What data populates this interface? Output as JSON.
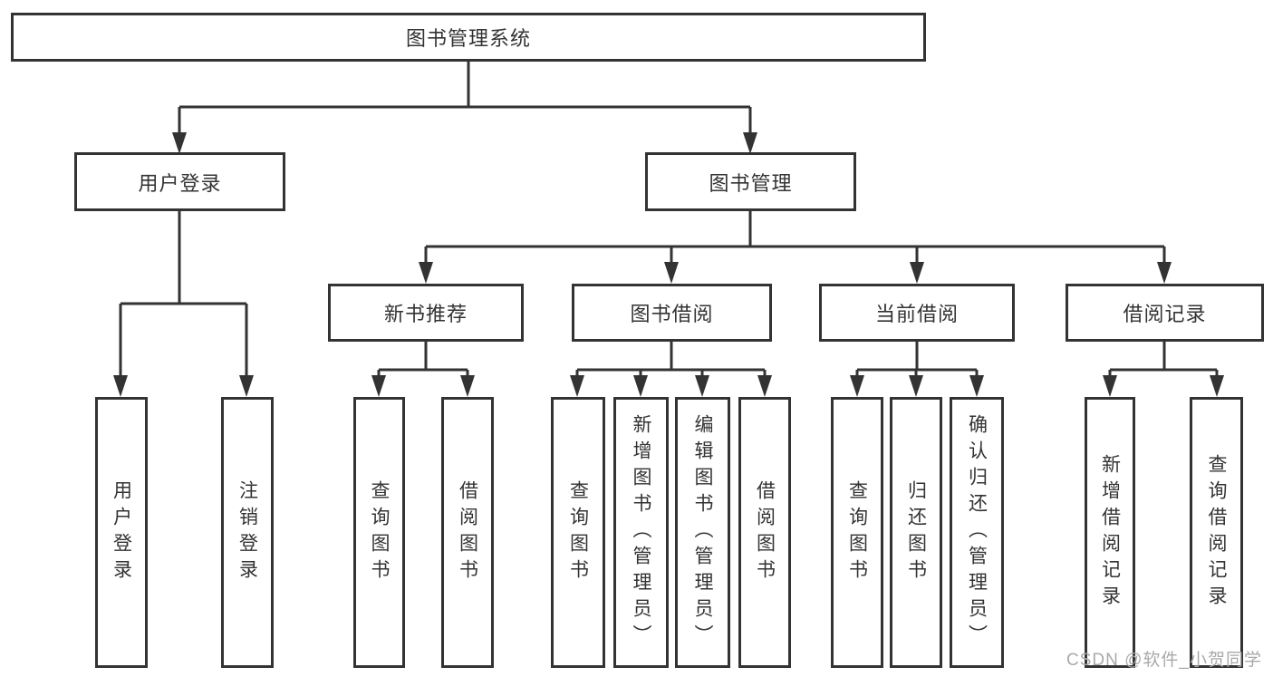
{
  "tree": {
    "label": "图书管理系统",
    "children": [
      {
        "label": "用户登录",
        "children": [
          {
            "label": "用户登录"
          },
          {
            "label": "注销登录"
          }
        ]
      },
      {
        "label": "图书管理",
        "children": [
          {
            "label": "新书推荐",
            "children": [
              {
                "label": "查询图书"
              },
              {
                "label": "借阅图书"
              }
            ]
          },
          {
            "label": "图书借阅",
            "children": [
              {
                "label": "查询图书"
              },
              {
                "label": "新增图书（管理员）"
              },
              {
                "label": "编辑图书（管理员）"
              },
              {
                "label": "借阅图书"
              }
            ]
          },
          {
            "label": "当前借阅",
            "children": [
              {
                "label": "查询图书"
              },
              {
                "label": "归还图书"
              },
              {
                "label": "确认归还（管理员）"
              }
            ]
          },
          {
            "label": "借阅记录",
            "children": [
              {
                "label": "新增借阅记录"
              },
              {
                "label": "查询借阅记录"
              }
            ]
          }
        ]
      }
    ]
  },
  "watermark": {
    "text": "CSDN @软件_小贺同学"
  },
  "colors": {
    "line": "#333333",
    "text": "#333333",
    "background": "#ffffff",
    "watermark": "#a9a9a9"
  }
}
